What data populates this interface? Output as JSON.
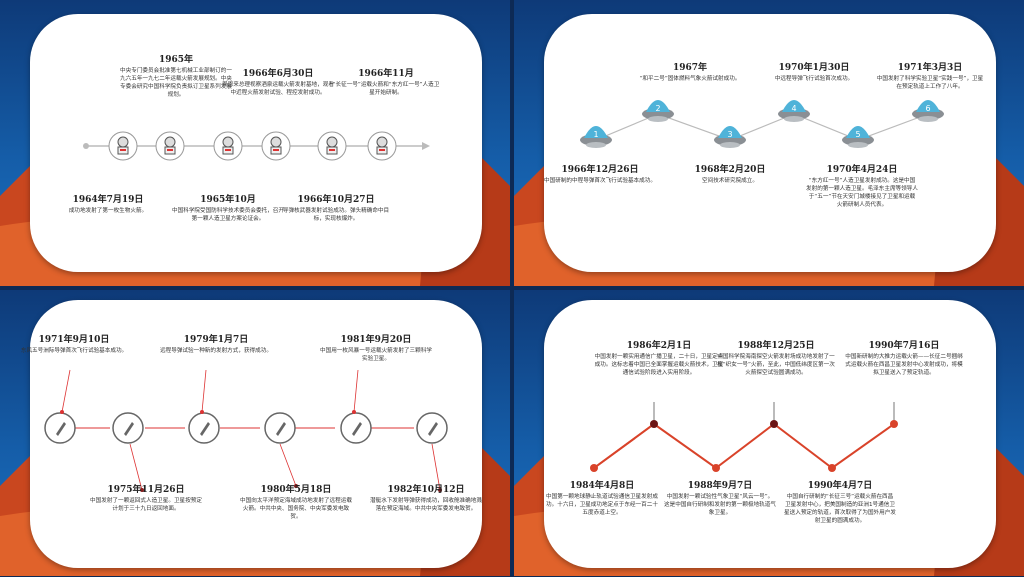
{
  "panel1": {
    "events_top": [
      {
        "year": "1965年",
        "text": "中央专门委员会批准第七机械工业部制订的一九六五年一九七二年运载火箭发展规划。中央专委会研究中国科学院负责拟订卫星系列发展规划。"
      },
      {
        "year": "1966年6月30日",
        "text": "周恩来总理视察酒泉运载火箭发射基地，观看中近程火箭发射试验、程控发射成功。"
      },
      {
        "year": "1966年11月",
        "text": "“长征一号”运载火箭和“东方红一号”人造卫星开始研制。"
      }
    ],
    "events_bottom": [
      {
        "year": "1964年7月19日",
        "text": "成功地发射了第一枚生物火箭。"
      },
      {
        "year": "1965年10月",
        "text": "中国科学院受国防科学技术委员会委托，召开第一颗人造卫星方案论证会。"
      },
      {
        "year": "1966年10月27日",
        "text": "导弹核武器发射试验成功。弹头精确命中目标，实现核爆炸。"
      }
    ]
  },
  "panel2": {
    "events_top": [
      {
        "year": "1967年",
        "text": "“和平二号”固体燃料气象火箭试射成功。"
      },
      {
        "year": "1970年1月30日",
        "text": "中远程导弹飞行试验首次成功。"
      },
      {
        "year": "1971年3月3日",
        "text": "中国发射了科学实验卫星“实践一号”，卫星在预定轨道上工作了八年。"
      }
    ],
    "events_bottom": [
      {
        "year": "1966年12月26日",
        "text": "中国研制的中程导弹首次飞行试验基本成功。"
      },
      {
        "year": "1968年2月20日",
        "text": "空间技术研究院成立。"
      },
      {
        "year": "1970年4月24日",
        "text": "“东方红一号”人造卫星发射成功。这是中国发射的第一颗人造卫星。毛泽东主席等领导人于“五一”节在天安门城楼接见了卫星和运载火箭研制人员代表。"
      }
    ],
    "numbers": [
      "1",
      "2",
      "3",
      "4",
      "5",
      "6"
    ]
  },
  "panel3": {
    "events_top": [
      {
        "year": "1971年9月10日",
        "text": "东风五号洲际导弹首次飞行试验基本成功。"
      },
      {
        "year": "1979年1月7日",
        "text": "远程导弹试验一种新的发射方式，获得成功。"
      },
      {
        "year": "1981年9月20日",
        "text": "中国用一枚风暴一号运载火箭发射了三颗科学实验卫星。"
      }
    ],
    "events_bottom": [
      {
        "year": "1975年11月26日",
        "text": "中国发射了一颗返回式人造卫星。卫星按预定计划于三十九日返回地面。"
      },
      {
        "year": "1980年5月18日",
        "text": "中国向太平洋预定海域成功地发射了远程运载火箭。中共中央、国务院、中央军委发电致贺。"
      },
      {
        "year": "1982年10月12日",
        "text": "潜艇水下发射导弹获得成功，回收舱准确地溅落在预定海域。中共中央军委发电致贺。"
      }
    ]
  },
  "panel4": {
    "events_top": [
      {
        "year": "1986年2月1日",
        "text": "中国发射一颗实用通信广播卫星，二十日，卫星定点成功。这标志着中国已全面掌握运载火箭技术，卫星通信试验阶段进入实用阶段。"
      },
      {
        "year": "1988年12月25日",
        "text": "中国科学院海南探空火箭发射场成功地发射了一枚“织女一号”火箭，至此，中国低纬度区第一次火箭探空试验圆满成功。"
      },
      {
        "year": "1990年7月16日",
        "text": "中国新研制的大推力运载火箭——长征二号捆绑式运载火箭在西昌卫星发射中心发射成功，将模拟卫星送入了预定轨道。"
      }
    ],
    "events_bottom": [
      {
        "year": "1984年4月8日",
        "text": "中国第一颗地球静止轨道试验通信卫星发射成功。十六日，卫星成功地定点于东经一百二十五度赤道上空。"
      },
      {
        "year": "1988年9月7日",
        "text": "中国发射一颗试验性气象卫星“风云一号”。这是中国自行研制和发射的第一颗极地轨道气象卫星。"
      },
      {
        "year": "1990年4月7日",
        "text": "中国自行研制的“长征三号”运载火箭在西昌卫星发射中心，把美国制造的亚洲1号通信卫星送入预定的轨道，首次取得了为国外用户发射卫星的圆满成功。"
      }
    ]
  }
}
